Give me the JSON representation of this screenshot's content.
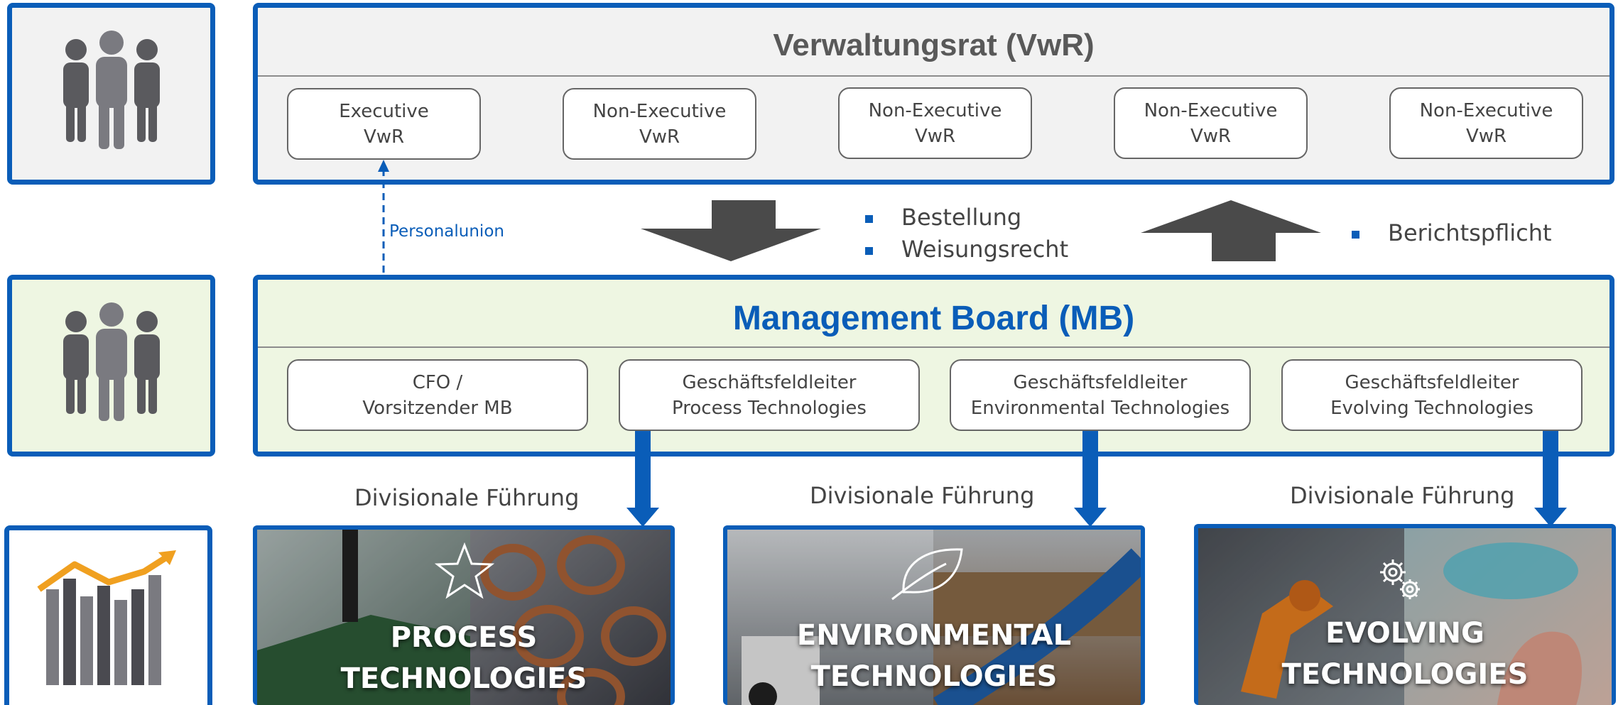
{
  "board": {
    "title": "Verwaltungsrat (VwR)",
    "members": [
      {
        "line1": "Executive",
        "line2": "VwR"
      },
      {
        "line1": "Non-Executive",
        "line2": "VwR"
      },
      {
        "line1": "Non-Executive",
        "line2": "VwR"
      },
      {
        "line1": "Non-Executive",
        "line2": "VwR"
      },
      {
        "line1": "Non-Executive",
        "line2": "VwR"
      }
    ]
  },
  "link": {
    "personal_union": "Personalunion"
  },
  "rights": {
    "down_bullets": [
      "Bestellung",
      "Weisungsrecht"
    ],
    "up_bullets": [
      "Berichtspflicht"
    ]
  },
  "management": {
    "title": "Management Board (MB)",
    "members": [
      {
        "line1": "CFO /",
        "line2": "Vorsitzender MB"
      },
      {
        "line1": "Geschäftsfeldleiter",
        "line2": "Process Technologies"
      },
      {
        "line1": "Geschäftsfeldleiter",
        "line2": "Environmental Technologies"
      },
      {
        "line1": "Geschäftsfeldleiter",
        "line2": "Evolving Technologies"
      }
    ]
  },
  "divisions": {
    "leadership_label": "Divisionale Führung",
    "items": [
      {
        "line1": "PROCESS",
        "line2": "TECHNOLOGIES",
        "icon": "star-icon"
      },
      {
        "line1": "ENVIRONMENTAL",
        "line2": "TECHNOLOGIES",
        "icon": "leaf-icon"
      },
      {
        "line1": "EVOLVING",
        "line2": "TECHNOLOGIES",
        "icon": "gears-icon"
      }
    ]
  },
  "colors": {
    "accent_blue": "#0A5DB8",
    "arrow_grey": "#4A4A4A",
    "panel_grey": "#F2F2F2",
    "panel_green": "#EEF6E2",
    "chart_orange": "#F0A020"
  }
}
